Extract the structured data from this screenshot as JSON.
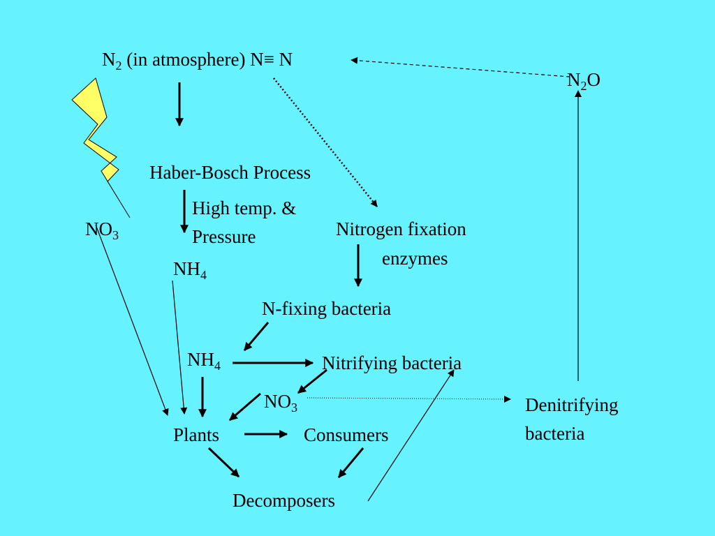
{
  "labels": {
    "n2_atmosphere": {
      "main": "N",
      "sub": "2",
      "rest": " (in atmosphere) N≡ N"
    },
    "haber_bosch": "Haber-Bosch Process",
    "high_temp_line1": "High temp. &",
    "high_temp_line2": "Pressure",
    "no3_left": {
      "main": "NO",
      "sub": "3"
    },
    "nh4_upper": {
      "main": "NH",
      "sub": "4"
    },
    "nitrogen_fixation_line1": "Nitrogen fixation",
    "nitrogen_fixation_line2": "enzymes",
    "n_fixing_bacteria": "N-fixing bacteria",
    "nh4_lower": {
      "main": "NH",
      "sub": "4"
    },
    "nitrifying_bacteria": "Nitrifying bacteria",
    "no3_lower": {
      "main": "NO",
      "sub": "3"
    },
    "plants": "Plants",
    "consumers": "Consumers",
    "decomposers": "Decomposers",
    "denitrifying_line1": "Denitrifying",
    "denitrifying_line2": "bacteria",
    "n2o": {
      "main": "N",
      "sub": "2",
      "rest": "O"
    }
  },
  "colors": {
    "background": "#66F2FF",
    "lightning_fill": "#FFFF66",
    "stroke": "#000000"
  }
}
